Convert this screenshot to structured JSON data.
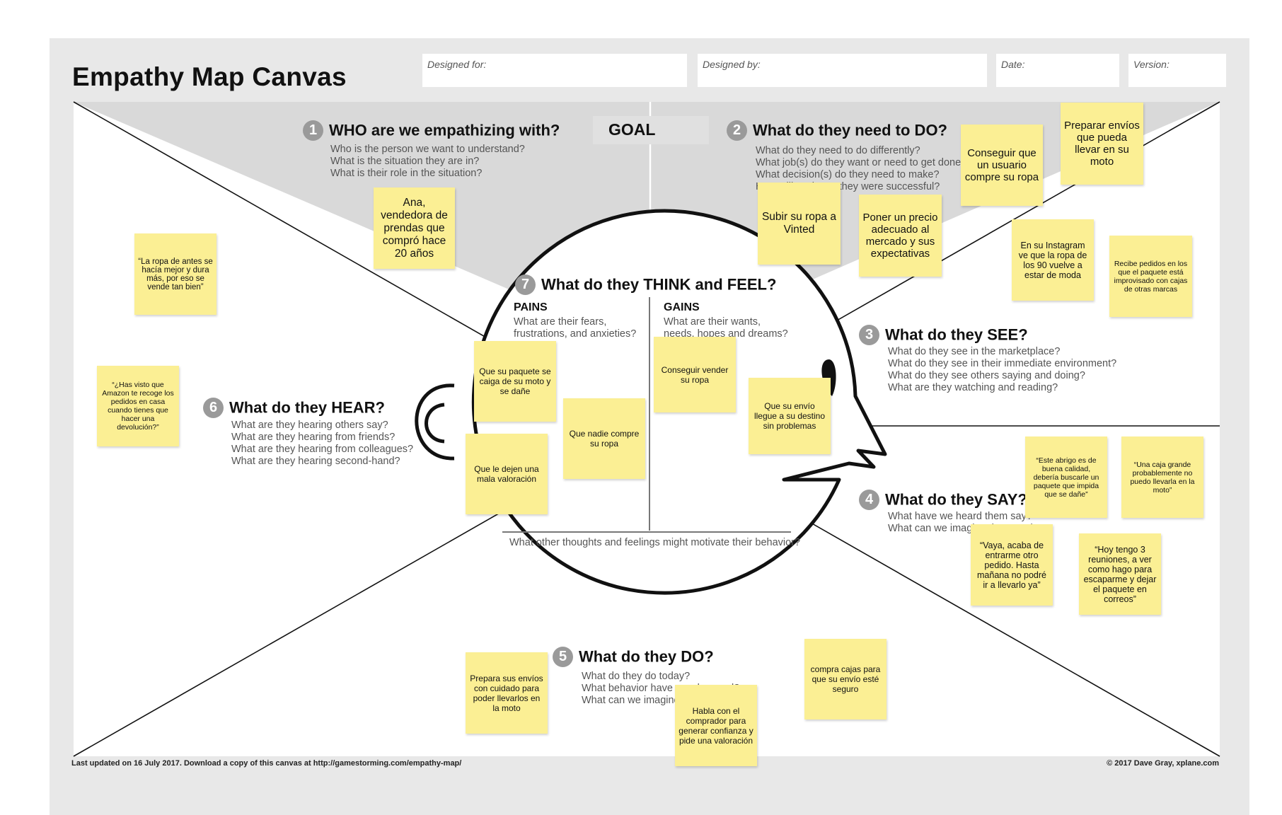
{
  "header": {
    "title": "Empathy Map Canvas",
    "designed_for": "Designed for:",
    "designed_by": "Designed by:",
    "date": "Date:",
    "version": "Version:"
  },
  "goal": "GOAL",
  "sections": {
    "who": {
      "num": "1",
      "title": "WHO are we empathizing with?",
      "questions": [
        "Who is the person we want to understand?",
        "What is the situation they are in?",
        "What is their role in the situation?"
      ]
    },
    "do_need": {
      "num": "2",
      "title": "What do they need to DO?",
      "questions": [
        "What do they need to do differently?",
        "What job(s) do they want or need to get done?",
        "What decision(s) do they need to make?",
        "How will we know they were successful?"
      ]
    },
    "see": {
      "num": "3",
      "title": "What do they SEE?",
      "questions": [
        "What do they see in the marketplace?",
        "What do they see in their immediate environment?",
        "What do they see others saying and doing?",
        "What are they watching and reading?"
      ]
    },
    "say": {
      "num": "4",
      "title": "What do they SAY?",
      "questions": [
        "What have we heard them say?",
        "What can we imagine them saying?"
      ]
    },
    "do": {
      "num": "5",
      "title": "What do they DO?",
      "questions": [
        "What do they do today?",
        "What behavior have we observed?",
        "What can we imagine them doing?"
      ]
    },
    "hear": {
      "num": "6",
      "title": "What do they HEAR?",
      "questions": [
        "What are they hearing others say?",
        "What are they hearing from friends?",
        "What are they hearing from colleagues?",
        "What are they hearing second-hand?"
      ]
    },
    "think": {
      "num": "7",
      "title": "What do they THINK and FEEL?",
      "pains_label": "PAINS",
      "pains_q": [
        "What are their fears,",
        "frustrations, and anxieties?"
      ],
      "gains_label": "GAINS",
      "gains_q": [
        "What are their wants,",
        "needs, hopes and dreams?"
      ],
      "other": "What other thoughts and feelings might motivate their behavior?"
    }
  },
  "notes": {
    "who_1": "Ana, vendedora de prendas que compró hace 20 años",
    "need_1": "Subir su ropa a Vinted",
    "need_2": "Poner un precio adecuado al mercado y sus expectativas",
    "need_3": "Conseguir que un usuario compre su ropa",
    "need_4": "Preparar envíos que pueda llevar en su moto",
    "see_1": "En su Instagram ve que la ropa de los 90 vuelve a estar de moda",
    "see_2": "Recibe pedidos en los que el paquete está improvisado con cajas de otras marcas",
    "hear_1": "“La ropa de antes se hacía mejor y dura más, por eso se vende tan bien”",
    "hear_2": "“¿Has visto que Amazon te recoge los pedidos en casa cuando tienes que hacer una devolución?”",
    "pain_1": "Que su paquete se caiga de su moto y se dañe",
    "pain_2": "Que nadie compre su ropa",
    "pain_3": "Que le dejen una mala valoración",
    "gain_1": "Conseguir vender su ropa",
    "gain_2": "Que su envío llegue a su destino sin problemas",
    "say_1": "“Este abrigo es de buena calidad, debería buscarle un paquete que impida que se dañe”",
    "say_2": "“Una caja grande probablemente no puedo llevarla en la moto”",
    "say_3": "“Vaya, acaba de entrarme otro pedido. Hasta mañana no podré ir a llevarlo ya”",
    "say_4": "“Hoy tengo 3 reuniones, a ver como hago para escaparme y dejar el paquete en correos”",
    "do_1": "Prepara sus envíos con cuidado para poder llevarlos en la moto",
    "do_2": "Habla con el comprador para generar confianza y pide una valoración",
    "do_3": "compra cajas para que su envío esté seguro"
  },
  "footer": {
    "left": "Last updated on 16 July 2017. Download a copy of this canvas at http://gamestorming.com/empathy-map/",
    "right": "© 2017 Dave Gray, xplane.com"
  }
}
